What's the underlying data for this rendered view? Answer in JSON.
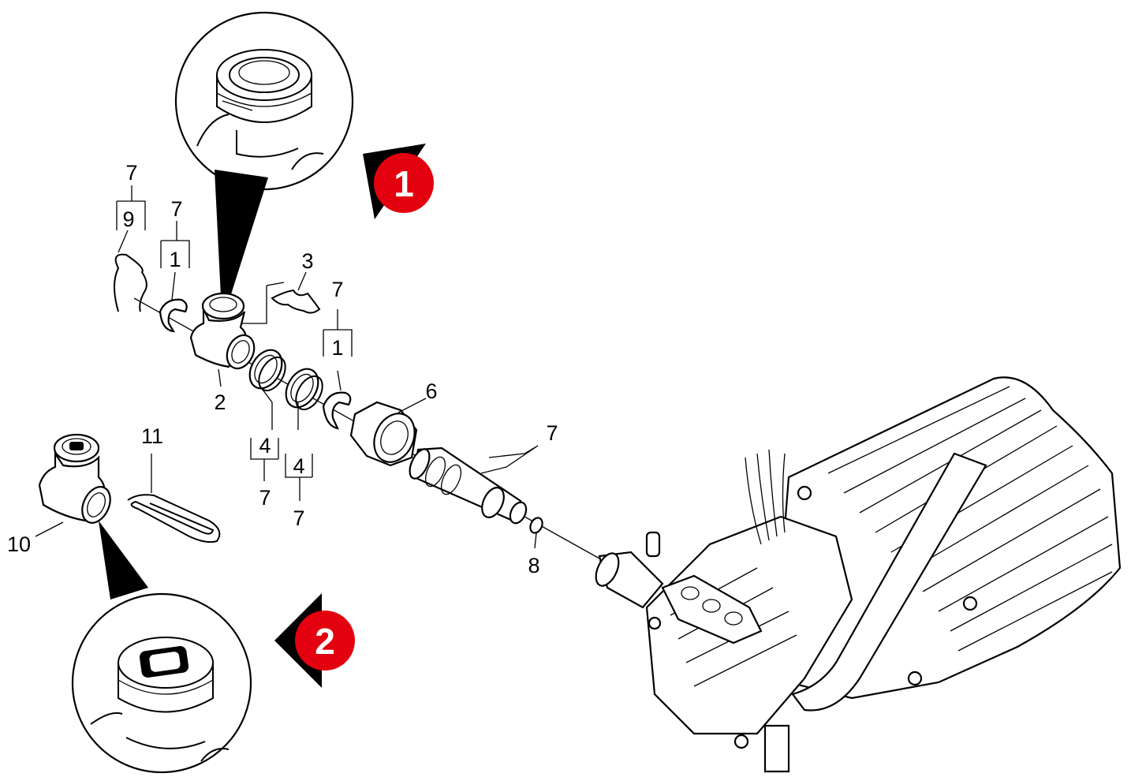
{
  "labels": {
    "p7_top": "7",
    "p9": "9",
    "p7_a": "7",
    "p1_a": "1",
    "p3": "3",
    "p7_b": "7",
    "p1_b": "1",
    "p2": "2",
    "p6": "6",
    "p4_a": "4",
    "p7_c": "7",
    "p4_b": "4",
    "p7_d": "7",
    "p7_e": "7",
    "p11": "11",
    "p10": "10",
    "p8": "8"
  },
  "badges": {
    "detail1": "1",
    "detail2": "2"
  },
  "colors": {
    "badge_red": "#e3000f",
    "badge_arrow": "#000000",
    "line": "#000000",
    "background": "#ffffff"
  },
  "icons": {
    "detail1_arrow": "arrow-left-down-icon",
    "detail2_arrow": "arrow-left-icon"
  }
}
